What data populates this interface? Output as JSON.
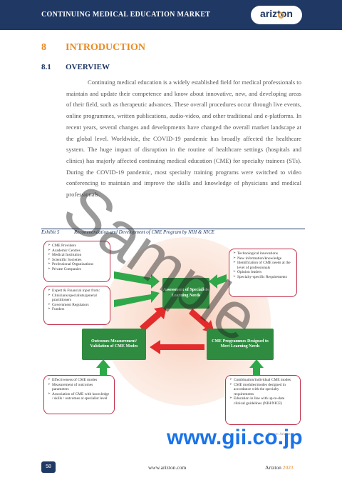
{
  "header": {
    "title": "CONTINUING MEDICAL EDUCATION MARKET",
    "logo": "arizton"
  },
  "section": {
    "number": "8",
    "title": "INTRODUCTION"
  },
  "subsection": {
    "number": "8.1",
    "title": "OVERVIEW"
  },
  "paragraph": "Continuing medical education is a widely established field for medical professionals to maintain and update their competence and know about innovative, new, and developing areas of their field, such as therapeutic advances. These overall procedures occur through live events, online programmes, written publications, audio-video, and other traditional and e-platforms. In recent years, several changes and developments have changed the overall market landscape at the global level. Worldwide, the COVID-19 pandemic has broadly affected the healthcare system. The huge impact of disruption in the routine of healthcare settings (hospitals and clinics) has majorly affected continuing medical education (CME) for specialty trainees (STs). During the COVID-19 pandemic, most specialty training programs were switched to video conferencing to maintain and improve the skills and knowledge of physicians and medical professionals.",
  "exhibit": {
    "label": "Exhibit 5",
    "title": "Recommendation and Development of CME Program by NIH & NICE"
  },
  "diagram": {
    "box_providers": [
      "CME Providers",
      "Academic Centres",
      "Medical Institution",
      "Scientific Societies",
      "Professional Organizations",
      "Private Companies"
    ],
    "box_input": [
      "Expert & Financial input from:",
      "Clinicians/specialists/general practitioners",
      "Government Regulators",
      "Funders"
    ],
    "box_needs": [
      "Technological innovations",
      "New information/knowledge",
      "Identification of CME needs at the level of professionals",
      "Opinion leaders",
      "Specialty-specific Requirements"
    ],
    "box_effectiveness": [
      "Effectiveness of CME modes",
      "Measurement of outcomes parameters",
      "Association of CME with knowledge / skills / outcomes at specialist level"
    ],
    "box_combination": [
      "Combination/individual CME modes",
      "CME modules/modes designed in accordance with the specialty requirements",
      "Education in line with up-to-date clinical guidelines (NIH/NICE)"
    ],
    "node_assessment": "Assessment of Specialists Learning Needs",
    "node_outcomes": "Outcomes Measurement/ Validation of CME Modes",
    "node_programmes": "CME Programmes Designed to Meet Learning Needs"
  },
  "watermark": {
    "sample": "Sample",
    "site": "www.gii.co.jp"
  },
  "source": "Source: Arizton",
  "footer": {
    "page": "58",
    "url": "www.arizton.com",
    "brand": "Arizton",
    "year": "2023"
  }
}
